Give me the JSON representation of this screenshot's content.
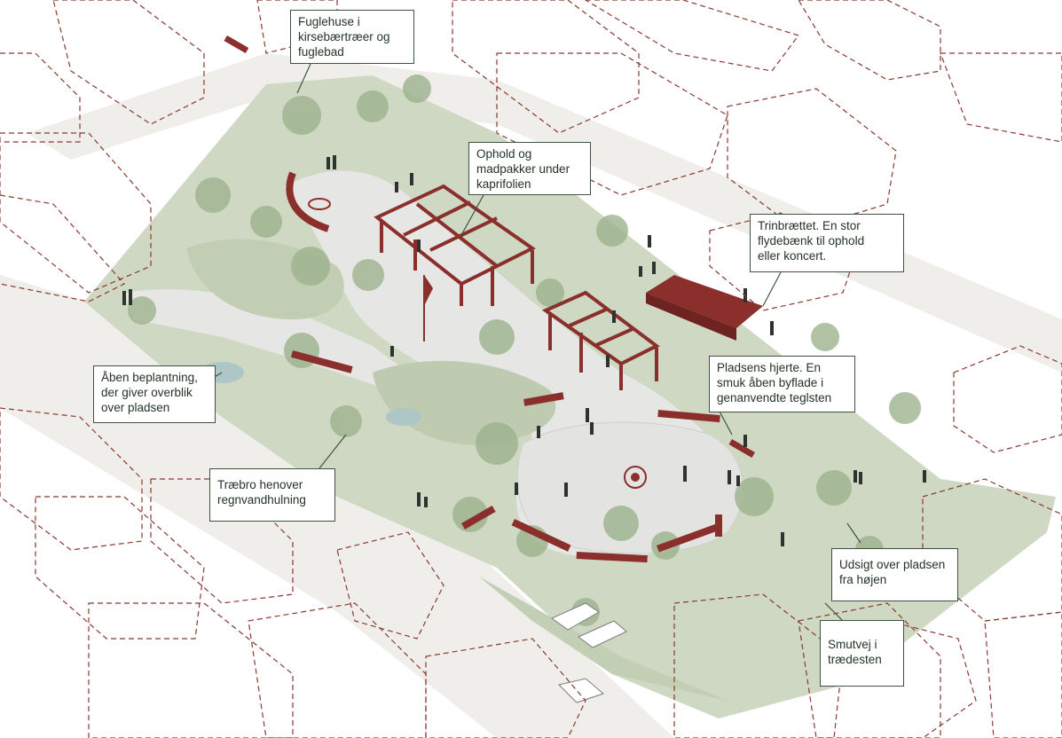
{
  "colors": {
    "background": "#ffffff",
    "green_area": "#cfd8c2",
    "green_dark": "#b9c7aa",
    "paving": "#e5e6e3",
    "road": "#ecebe8",
    "building_outline": "#8a3a30",
    "structure": "#8b2f2c",
    "callout_border": "#3d5540",
    "callout_text": "#243326"
  },
  "callouts": [
    {
      "id": "birds",
      "lines": [
        "Fuglehuse i",
        "kirsebærtræer og",
        "fuglebad"
      ]
    },
    {
      "id": "pergola",
      "lines": [
        "Ophold og",
        "madpakker under",
        "kaprifolien"
      ]
    },
    {
      "id": "stage",
      "lines": [
        "Trinbrættet. En stor",
        "flydebænk til ophold",
        "eller koncert."
      ]
    },
    {
      "id": "planting",
      "lines": [
        "Åben beplantning,",
        "der giver overblik",
        "over pladsen"
      ]
    },
    {
      "id": "heart",
      "lines": [
        "Pladsens hjerte. En",
        "smuk åben byflade i",
        "genanvendte teglsten"
      ]
    },
    {
      "id": "bridge",
      "lines": [
        "Træbro henover",
        "regnvandhulning"
      ]
    },
    {
      "id": "mound",
      "lines": [
        "Udsigt over pladsen",
        "fra højen"
      ]
    },
    {
      "id": "stones",
      "lines": [
        "Smutvej i",
        "trædesten"
      ]
    }
  ]
}
